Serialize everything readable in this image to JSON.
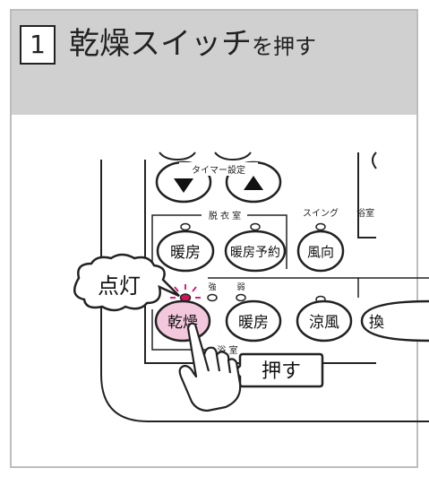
{
  "header": {
    "step_number": "1",
    "title_main": "乾燥スイッチ",
    "title_suffix": "を押す"
  },
  "remote": {
    "timer_label": "タイマー設定",
    "dressing_label": "脱 衣 室",
    "swing_label": "スイング",
    "bath_label_right": "浴室",
    "strong_label": "強",
    "weak_label": "弱",
    "bath_label": "浴 室",
    "buttons": {
      "heating_dressing": "暖房",
      "heating_reserve": "暖房予約",
      "wind_direction": "風向",
      "dry": "乾燥",
      "heating": "暖房",
      "cool_breeze": "涼風",
      "partial": "換"
    }
  },
  "callouts": {
    "lit": "点灯",
    "press": "押す"
  },
  "colors": {
    "header_bg": "#d0d0d0",
    "frame_border": "#bdbdbd",
    "dry_button_fill": "#f3c8dc",
    "indicator_lit": "#d4145a",
    "indicator_ray": "#e0006a"
  },
  "icons": {
    "down": "triangle-down-icon",
    "up": "triangle-up-icon",
    "hand": "pointing-hand-icon"
  }
}
